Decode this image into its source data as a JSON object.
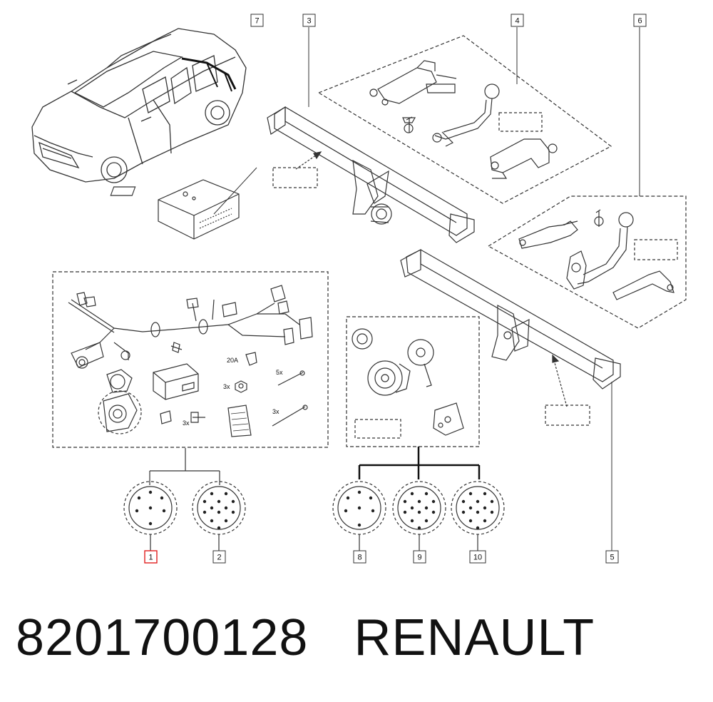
{
  "diagram": {
    "callouts": [
      {
        "id": "c1",
        "label": "1",
        "highlighted": true
      },
      {
        "id": "c2",
        "label": "2",
        "highlighted": false
      },
      {
        "id": "c3",
        "label": "3",
        "highlighted": false
      },
      {
        "id": "c4",
        "label": "4",
        "highlighted": false
      },
      {
        "id": "c5",
        "label": "5",
        "highlighted": false
      },
      {
        "id": "c6",
        "label": "6",
        "highlighted": false
      },
      {
        "id": "c7",
        "label": "7",
        "highlighted": false
      },
      {
        "id": "c8",
        "label": "8",
        "highlighted": false
      },
      {
        "id": "c9",
        "label": "9",
        "highlighted": false
      },
      {
        "id": "c10",
        "label": "10",
        "highlighted": false
      }
    ],
    "kit_labels": {
      "fuse": "20A",
      "qty_nut": "3x",
      "qty_tie_a": "5x",
      "qty_bolt": "3x",
      "qty_tie_b": "3x"
    },
    "colors": {
      "line": "#333333",
      "highlight": "#e02020"
    }
  },
  "footer": {
    "part_number": "8201700128",
    "brand": "RENAULT"
  }
}
